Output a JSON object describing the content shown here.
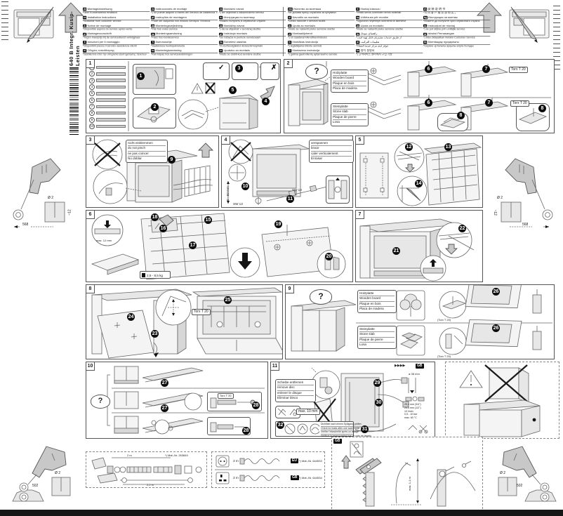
{
  "page": {
    "spine_text": "640 B Integr. Kusip-Leisten"
  },
  "header": {
    "columns": [
      {
        "entries": [
          {
            "code": "de",
            "title": "Montageanweisung",
            "note": "*über Kundendienst erhältlich"
          },
          {
            "code": "en",
            "title": "Installation instructions",
            "note": "*Available from customer service"
          },
          {
            "code": "fr",
            "title": "Notice de montage",
            "note": "*Disponible auprès du service après-vente"
          },
          {
            "code": "nl",
            "title": "Montagevoorschrift",
            "note": "*Tegen meerprijs bij de servicedienst verkrijgbaar"
          },
          {
            "code": "it",
            "title": "Istruzioni per il montaggio",
            "note": "*Disponibili presso il servizio assistenza clienti"
          },
          {
            "code": "el",
            "title": "Οδηγίες τοποθέτησης",
            "note": "*Διατίθενται από την υπηρεσία εξυπηρέτησης πελατών"
          }
        ]
      },
      {
        "entries": [
          {
            "code": "es",
            "title": "Instrucciones de montaje",
            "note": "*) Se puede adquirir a través del Servicio de Asistencia Técnica"
          },
          {
            "code": "pt",
            "title": "Instruções de montagem",
            "note": "*Pode ser adquirido nos nossos Serviços Técnicos"
          },
          {
            "code": "da",
            "title": "Monteringsvejledning",
            "note": "*Fås hos vores service"
          },
          {
            "code": "no",
            "title": "Monteringsanvisning",
            "note": "*Fåes hos kundeservice"
          },
          {
            "code": "fi",
            "title": "Asennusohje",
            "note": "*Saatavissa huoltopalvelusta"
          },
          {
            "code": "sv",
            "title": "Monteringsanvisning",
            "note": "*Kan köpas hos serviceavdelningen"
          }
        ]
      },
      {
        "entries": [
          {
            "code": "cs",
            "title": "Montážní návod",
            "note": "*) lze objednat u zákaznického servisu"
          },
          {
            "code": "ru",
            "title": "Инструкция по монтажу",
            "note": "*Можно получить в сервисной службе"
          },
          {
            "code": "sk",
            "title": "Montážny návod",
            "note": "*) dá sa objednať v servisnej službe"
          },
          {
            "code": "pl",
            "title": "Instrukcja montażu",
            "note": "*Do nabycia w punkcie serwisowym"
          },
          {
            "code": "hu",
            "title": "Szerelési utasítás",
            "note": "*A vevőszolgálaton keresztül kapható"
          },
          {
            "code": "sr",
            "title": "Uputstvo za montažu",
            "note": "*Može se dobiti kod servisne službe"
          }
        ]
      },
      {
        "entries": [
          {
            "code": "mk",
            "title": "Упатство за монтажа",
            "note": "*се добива преку службата за купувачи"
          },
          {
            "code": "sl",
            "title": "Navodilo za montažo",
            "note": "*Lahko naročite v servisni službi"
          },
          {
            "code": "hr",
            "title": "Uputa za montažu",
            "note": "*Može se nabaviti preko servisne službe"
          },
          {
            "code": "et",
            "title": "Montaažijuhend",
            "note": "*) on saadaval klienditeeninduses"
          },
          {
            "code": "lv",
            "title": "Montāžas instrukcija",
            "note": "*) iegādājama klientu servisā"
          },
          {
            "code": "lt",
            "title": "Montavimo instrukcija",
            "note": "*) galima gauti klientų aptarnavimo servise"
          }
        ]
      },
      {
        "entries": [
          {
            "code": "tr",
            "title": "Montaj kılavuzu",
            "note": "*Yetkili servis üzerinden temin edilebilir"
          },
          {
            "code": "sq",
            "title": "Udhëzues për montim",
            "note": "*Sigurohet nëpërmjet shërbimit të klientëve"
          },
          {
            "code": "bs",
            "title": "Uputa za montažu",
            "note": "*Može se nabaviti preko servisne službe"
          },
          {
            "code": "fa",
            "title": "راهنمای مونتاژ",
            "note": "*از طریق خدمات مشتریان قابل تهیه است"
          },
          {
            "code": "ar",
            "title": "تعليمات التركيب",
            "note": "*تتوفر لدى مركز خدمة العملاء"
          },
          {
            "code": "ko",
            "title": "설치 설명서",
            "note": "*) 고객서비스 센터에서 구입 가능"
          }
        ]
      },
      {
        "entries": [
          {
            "code": "zh",
            "title": "安 装 说 明 书",
            "note": "*可 向 客 户 服 务 部 购 买 。"
          },
          {
            "code": "bg",
            "title": "Инструкция за монтаж",
            "note": "*Можете да получите чрез сервизната служба"
          },
          {
            "code": "ro",
            "title": "Instrucţiuni de montaj",
            "note": "*) se pot obţine prin unităţile service"
          },
          {
            "code": "id",
            "title": "Istruksi Pemasangan",
            "note": "*) bisa didapatkan melalui Customer Service"
          },
          {
            "code": "kk",
            "title": "Монтаждау нұсқаулығы",
            "note": "*Сервис орталығы арқылы алуға болады"
          }
        ]
      }
    ]
  },
  "panels": {
    "p1": {
      "number": "1",
      "parts": [
        "1",
        "2",
        "3",
        "4",
        "5",
        "6",
        "7",
        "8",
        "9",
        "10"
      ],
      "steps": {
        "s1": "1",
        "s2": "2",
        "s3": "3",
        "s4": "4",
        "s5": "5"
      },
      "check": "✓",
      "cross": "✗"
    },
    "p2": {
      "number": "2",
      "question": "?",
      "wood": {
        "l1": "Holzplatte",
        "l2": "Wooden board",
        "l3": "Plaque en bois",
        "l4": "Placa de madera"
      },
      "stone": {
        "l1": "Steinplatte",
        "l2": "Stone slab",
        "l3": "Plaque de pierre",
        "l4": "Losa"
      },
      "torx": "Torx T 20",
      "steps": {
        "s6": "6",
        "s7": "7",
        "s8": "8"
      }
    },
    "p3": {
      "number": "3",
      "note": {
        "l1": "nicht einklemmen",
        "l2": "do not pinch",
        "l3": "ne pas coincer",
        "l4": "No doblar"
      },
      "steps": {
        "s9": "9"
      }
    },
    "p4": {
      "number": "4",
      "note": {
        "l1": "verspannen",
        "l2": "brace",
        "l3": "caler verticalement",
        "l4": "Enrasar"
      },
      "steps": {
        "s10": "10",
        "s11": "11"
      },
      "wrench": "SW 13",
      "range": "0 - 60 mm"
    },
    "p5": {
      "number": "5",
      "steps": {
        "s12": "12",
        "s13": "13",
        "s14": "14"
      }
    },
    "p6": {
      "number": "6",
      "steps": {
        "s15": "15",
        "s16": "16",
        "s17": "17",
        "s18": "18",
        "s19": "19",
        "s20": "20"
      },
      "weight": "2,5 - 8,5 kg",
      "thickness": "max. 12 mm"
    },
    "p7": {
      "number": "7",
      "steps": {
        "s21": "21",
        "s22": "22"
      }
    },
    "p8": {
      "number": "8",
      "steps": {
        "s23": "23",
        "s24": "24",
        "s25": "25"
      },
      "torx": "Torx T 20"
    },
    "p9": {
      "number": "9",
      "question": "?",
      "wood": {
        "l1": "Holzplatte",
        "l2": "Wooden board",
        "l3": "Plaque en bois",
        "l4": "Placa de madera"
      },
      "stone": {
        "l1": "Steinplatte",
        "l2": "Stone slab",
        "l3": "Plaque de pierre",
        "l4": "Losa"
      },
      "torx": "(Torx T 20)",
      "steps": {
        "s26a": "26",
        "s26b": "26"
      }
    },
    "p10": {
      "number": "10",
      "question": "?",
      "steps": {
        "s27": "27",
        "s28": "28"
      },
      "torx": "Torx T 20"
    },
    "p11": {
      "number": "11",
      "disc": {
        "l1": "Scheibe entfernen",
        "l2": "remove disc",
        "l3": "enlever le disque",
        "l4": "Eliminar Disco"
      },
      "steps": {
        "s29": "29",
        "s30": "30",
        "s31": "31",
        "s32": "32"
      },
      "check": {
        "l1": "Dichtheit nach einem Spülgang prüfen",
        "l2": "Check for leaks after one wash cycle",
        "l3": "Vérifier l'étanchéité après un lavage",
        "l4": "Verificar la estanqueidad tras un ciclo de lavado"
      },
      "panel_limit": "max. 10 mm",
      "gb_ref": "GB",
      "arrows": "▶▶▶▶",
      "specs": {
        "hose": "ø 38 mm",
        "c34": "25,4 mm (3/4\")",
        "c12": "20,5 mm (1/2\")",
        "flow": "10 l/min",
        "pressure": "0,5 - 10 bar",
        "temp": "max. 60 °C"
      }
    }
  },
  "margins": {
    "bit": "Ø 2",
    "depth": "~12",
    "dim_mid": "568",
    "dim_bottom": "502"
  },
  "bottom": {
    "ext": {
      "mat": "*) Mat.-Nr. 263849",
      "len1": "2 m",
      "len2": "2,2 m"
    },
    "cords": {
      "rows": [
        {
          "len": "3 m",
          "chip": "EU",
          "mat": "*) Mat.-Nr. 644533"
        },
        {
          "len": "3 m",
          "chip": "GB",
          "mat": "*) Mat.-Nr. 644534"
        }
      ]
    },
    "gb": {
      "chip": "GB",
      "height": "max. 1,1 m"
    }
  }
}
